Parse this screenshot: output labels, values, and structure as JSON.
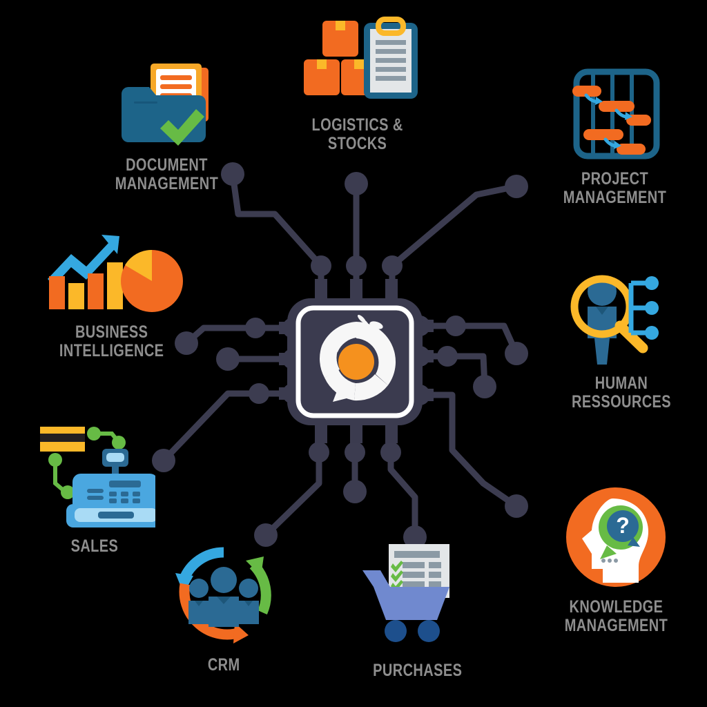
{
  "diagram": {
    "title": "ERP modules circuit diagram",
    "background_color": "#000000",
    "label_color": "#8e8e8e",
    "trace_color": "#3c3c50",
    "chip": {
      "name": "central-erp-chip",
      "body_color": "#3b3b4f",
      "border_color": "#ffffff",
      "accent_color": "#f5911e",
      "logo_color": "#f7f7f7"
    },
    "nodes": [
      {
        "id": "document-management",
        "label": "Document\nManagement",
        "icon": "folder-documents-check-icon",
        "colors": {
          "folder": "#1d6489",
          "paper": "#f7a828",
          "lines": "#f26b21",
          "check": "#67bb45"
        }
      },
      {
        "id": "logistics-stocks",
        "label": "Logistics &\nStocks",
        "icon": "boxes-clipboard-icon",
        "colors": {
          "box": "#f26b21",
          "tape": "#fbb829",
          "clipboard": "#1d6489",
          "sheet": "#e3e6e8",
          "rows": "#8b9aa5"
        }
      },
      {
        "id": "project-management",
        "label": "Project\nManagement",
        "icon": "gantt-chart-icon",
        "colors": {
          "frame": "#1d6489",
          "bar": "#f26b21",
          "arrow": "#35a8e0"
        }
      },
      {
        "id": "business-intelligence",
        "label": "Business\nIntelligence",
        "icon": "bar-pie-chart-growth-icon",
        "colors": {
          "bar_orange": "#f26b21",
          "bar_yellow": "#fbb829",
          "arrow": "#35a8e0",
          "pie": "#f26b21",
          "slice": "#fbb829"
        }
      },
      {
        "id": "human-ressources",
        "label": "Human\nRessources",
        "icon": "magnifier-person-orgchart-icon",
        "colors": {
          "magnifier": "#fbb829",
          "person": "#2b6a94",
          "chart": "#35a8e0"
        }
      },
      {
        "id": "sales",
        "label": "Sales",
        "icon": "cash-register-card-icon",
        "colors": {
          "register": "#4aa7e0",
          "screen": "#a9dbf5",
          "card": "#fbb829",
          "stripe": "#231f20",
          "nodes": "#67bb45"
        }
      },
      {
        "id": "crm",
        "label": "CRM",
        "icon": "customer-cycle-people-icon",
        "colors": {
          "arrow_blue": "#35a8e0",
          "arrow_green": "#67bb45",
          "arrow_orange": "#f26b21",
          "people": "#2b6a94"
        }
      },
      {
        "id": "purchases",
        "label": "Purchases",
        "icon": "shopping-cart-checklist-icon",
        "colors": {
          "cart": "#7089cf",
          "wheels": "#1d4f8c",
          "sheet": "#e3e6e8",
          "rows": "#8b9aa5",
          "check": "#67bb45"
        }
      },
      {
        "id": "knowledge-management",
        "label": "Knowledge\nManagement",
        "icon": "head-question-bubble-icon",
        "colors": {
          "circle": "#f26b21",
          "head": "#ffffff",
          "bubble_green": "#67bb45",
          "bubble_blue": "#2b6a94",
          "question": "#ffffff"
        }
      }
    ]
  }
}
